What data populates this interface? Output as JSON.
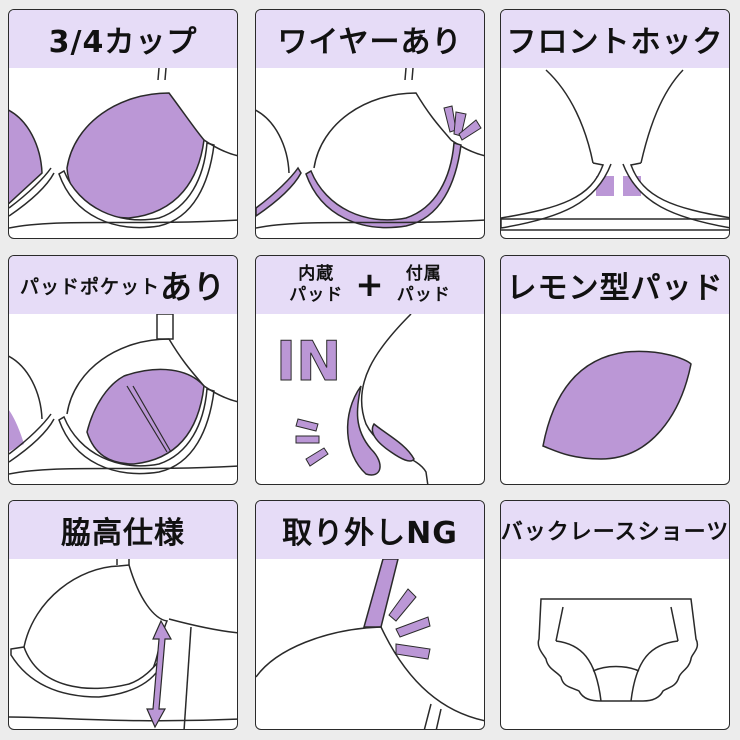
{
  "colors": {
    "background": "#ececec",
    "header_bg": "#e6dcf7",
    "accent_fill": "#bb97d6",
    "outline": "#2a2a2a"
  },
  "tiles": [
    {
      "title": "3/4カップ",
      "icon": "three-quarter-cup-bra-icon"
    },
    {
      "title": "ワイヤーあり",
      "icon": "underwire-bra-icon"
    },
    {
      "title": "フロントホック",
      "icon": "front-hook-bra-icon"
    },
    {
      "title_small": "パッドポケット",
      "title_big": "あり",
      "icon": "pad-pocket-bra-icon"
    },
    {
      "left_line1": "内蔵",
      "left_line2": "パッド",
      "plus": "+",
      "right_line1": "付属",
      "right_line2": "パッド",
      "in_label": "IN",
      "icon": "built-in-pad-icon"
    },
    {
      "title": "レモン型パッド",
      "icon": "lemon-shaped-pad-icon"
    },
    {
      "title": "脇高仕様",
      "icon": "high-side-bra-icon"
    },
    {
      "title": "取り外しNG",
      "icon": "non-removable-strap-icon"
    },
    {
      "title": "バックレースショーツ",
      "icon": "back-lace-shorts-icon"
    }
  ]
}
